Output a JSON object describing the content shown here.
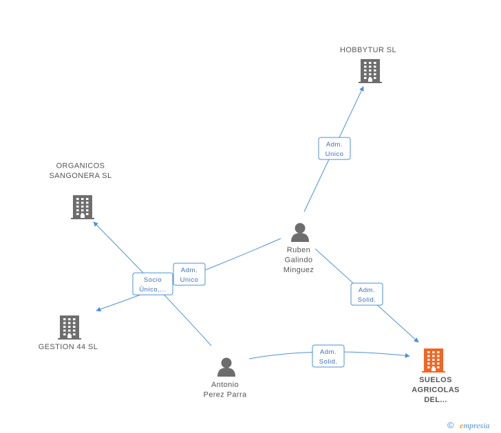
{
  "nodes": [
    {
      "id": "hobbytur",
      "type": "company",
      "label_lines": [
        "HOBBYTUR SL"
      ]
    },
    {
      "id": "organicos",
      "type": "company",
      "label_lines": [
        "ORGANICOS",
        "SANGONERA SL"
      ]
    },
    {
      "id": "gestion44",
      "type": "company",
      "label_lines": [
        "GESTION 44 SL"
      ]
    },
    {
      "id": "suelos",
      "type": "company-target",
      "label_lines": [
        "SUELOS",
        "AGRICOLAS",
        "DEL..."
      ]
    },
    {
      "id": "ruben",
      "type": "person",
      "label_lines": [
        "Ruben",
        "Galindo",
        "Minguez"
      ]
    },
    {
      "id": "antonio",
      "type": "person",
      "label_lines": [
        "Antonio",
        "Perez Parra"
      ]
    }
  ],
  "edges": [
    {
      "id": "ruben-hobbytur",
      "from": "ruben",
      "to": "hobbytur",
      "label_lines": [
        "Adm.",
        "Unico"
      ]
    },
    {
      "id": "ruben-gestion44",
      "from": "ruben",
      "to": "gestion44",
      "label_lines": [
        "Adm.",
        "Unico"
      ]
    },
    {
      "id": "ruben-suelos",
      "from": "ruben",
      "to": "suelos",
      "label_lines": [
        "Adm.",
        "Solid."
      ]
    },
    {
      "id": "antonio-organicos",
      "from": "antonio",
      "to": "organicos",
      "label_lines": [
        "Socio",
        "Único,..."
      ]
    },
    {
      "id": "antonio-suelos",
      "from": "antonio",
      "to": "suelos",
      "label_lines": [
        "Adm.",
        "Solid."
      ]
    }
  ],
  "colors": {
    "edge": "#4a90d9",
    "edge_text": "#3a6fb5",
    "company_icon": "#6d6d6d",
    "target_icon": "#f26522",
    "person_icon": "#6d6d6d",
    "label": "#555555"
  },
  "footer": {
    "copyright_symbol": "©",
    "brand_initial": "e",
    "brand_rest": "mpresia"
  }
}
